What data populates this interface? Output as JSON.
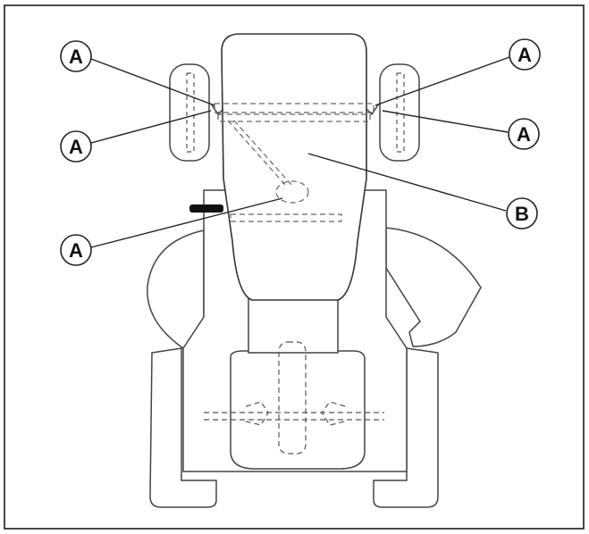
{
  "diagram": {
    "callouts": [
      {
        "id": "a-top-left",
        "label": "A"
      },
      {
        "id": "a-top-right",
        "label": "A"
      },
      {
        "id": "a-mid-left",
        "label": "A"
      },
      {
        "id": "a-mid-right",
        "label": "A"
      },
      {
        "id": "a-low-left",
        "label": "A"
      },
      {
        "id": "b-right",
        "label": "B"
      }
    ],
    "colors": {
      "line": "#333333",
      "dashed": "#555555",
      "background": "#ffffff"
    }
  }
}
